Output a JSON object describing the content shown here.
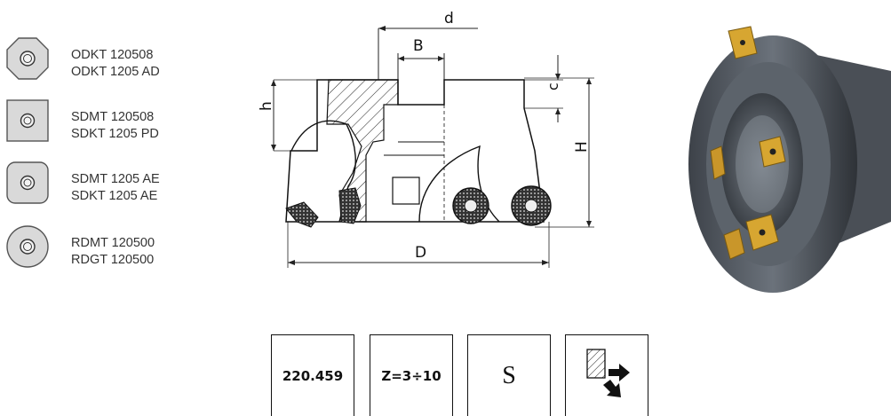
{
  "inserts": [
    {
      "icon": "octagon-insert-icon",
      "line1": "ODKT 120508",
      "line2": "ODKT 1205 AD"
    },
    {
      "icon": "square-insert-icon",
      "line1": "SDMT 120508",
      "line2": "SDKT 1205 PD"
    },
    {
      "icon": "rounded-square-insert-icon",
      "line1": "SDMT 1205 AE",
      "line2": "SDKT 1205 AE"
    },
    {
      "icon": "round-insert-icon",
      "line1": "RDMT 120500",
      "line2": "RDGT 120500"
    }
  ],
  "drawing": {
    "dim_d": "d",
    "dim_B": "B",
    "dim_h": "h",
    "dim_c": "c",
    "dim_H": "H",
    "dim_D": "D"
  },
  "spec_boxes": {
    "code": "220.459",
    "teeth": "Z=3÷10",
    "material": "S"
  },
  "colors": {
    "insert_fill": "#d9d9d9",
    "tool_body": "#5a6068",
    "insert_gold": "#d7a631"
  }
}
